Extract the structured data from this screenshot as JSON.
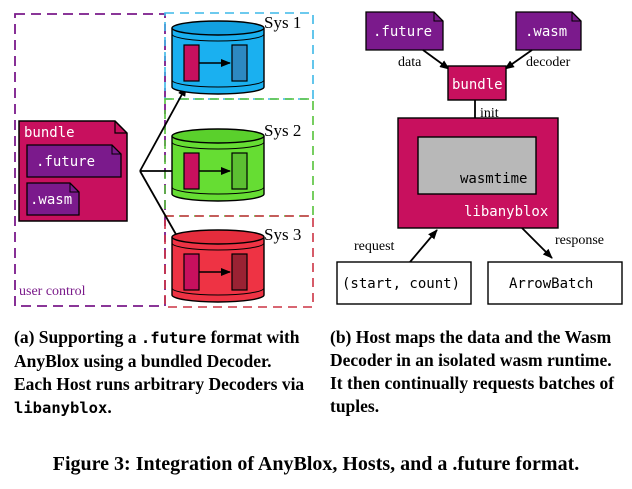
{
  "left_panel": {
    "bundle_label": "bundle",
    "future_label": ".future",
    "wasm_label": ".wasm",
    "user_control_label": "user control",
    "systems": [
      {
        "label": "Sys 1",
        "color": "#1ab0f0",
        "top_color": "#12a0e0",
        "border": "#3db8e8",
        "out_color": "#2d89c2"
      },
      {
        "label": "Sys 2",
        "color": "#66dd33",
        "top_color": "#5ad02c",
        "border": "#55c23a",
        "out_color": "#5cbf32"
      },
      {
        "label": "Sys 3",
        "color": "#ee3344",
        "top_color": "#e52c3c",
        "border": "#cc3344",
        "out_color": "#9a2233"
      }
    ]
  },
  "right_panel": {
    "future_label": ".future",
    "wasm_label": ".wasm",
    "data_label": "data",
    "decoder_label": "decoder",
    "bundle_label": "bundle",
    "init_label": "init",
    "wasmtime_label": "wasmtime",
    "libanyblox_label": "libanyblox",
    "request_label": "request",
    "response_label": "response",
    "start_count_label": "(start, count)",
    "arrowbatch_label": "ArrowBatch"
  },
  "colors": {
    "bundle_crimson": "#c8105e",
    "purple": "#7b1a8c",
    "gray": "#b8b8b8",
    "user_control_purple": "#7a1a8a"
  },
  "caption_a": {
    "prefix": "(a) Supporting a ",
    "code1": ".future",
    "middle": " format with AnyBlox using a bundled Decoder. Each Host runs arbitrary Decoders via ",
    "code2": "libanyblox",
    "suffix": "."
  },
  "caption_b": "(b) Host maps the data and the Wasm Decoder in an isolated wasm runtime. It then continually requests batches of tuples.",
  "figure_title": "Figure 3: Integration of AnyBlox, Hosts, and a .future format."
}
